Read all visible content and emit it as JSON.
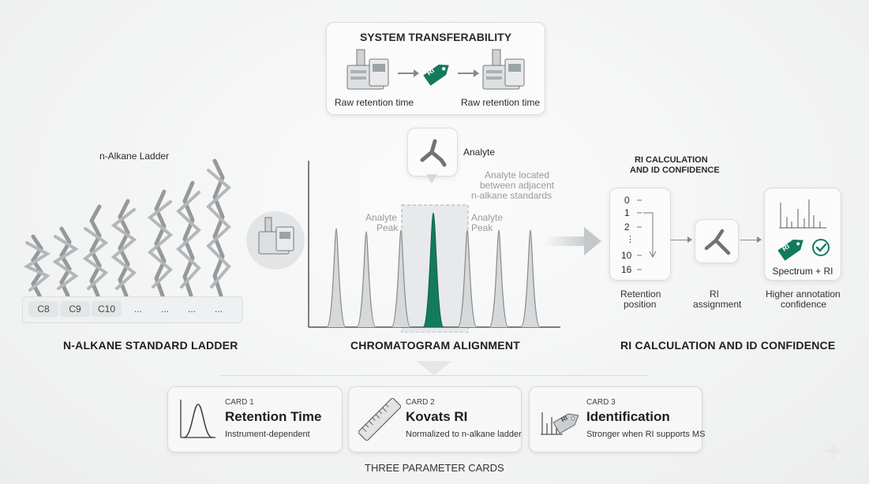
{
  "transferability": {
    "title": "SYSTEM TRANSFERABILITY",
    "left_label": "Raw retention time",
    "right_label": "Raw retention time",
    "tag_label": "RI"
  },
  "ladder": {
    "caption": "n-Alkane Ladder",
    "chips": [
      "C8",
      "C9",
      "C10",
      "...",
      "...",
      "...",
      "..."
    ],
    "section_title": "N-ALKANE STANDARD LADDER"
  },
  "chromatogram": {
    "analyte_label": "Analyte",
    "annotation_lines": [
      "Analyte located",
      "between adjacent",
      "n-alkane standards"
    ],
    "peak_label_left": [
      "Analyte",
      "Peak"
    ],
    "peak_label_right": [
      "Analyte",
      "Peak"
    ],
    "section_title": "CHROMATOGRAM ALIGNMENT",
    "accent_color": "#137a5e"
  },
  "ri_calc": {
    "header_lines": [
      "RI CALCULATION",
      "AND ID CONFIDENCE"
    ],
    "ticks": [
      "0",
      "1",
      "2",
      "⋮",
      "10",
      "16"
    ],
    "col1_label": [
      "Retention",
      "position"
    ],
    "col2_label": [
      "RI",
      "assignment"
    ],
    "spectrum_label": "Spectrum + RI",
    "col3_label": [
      "Higher annotation",
      "confidence"
    ],
    "tag_label": "RI",
    "section_title": "RI CALCULATION AND ID CONFIDENCE"
  },
  "cards": [
    {
      "label": "CARD 1",
      "title": "Retention Time",
      "subtitle": "Instrument-dependent",
      "icon": "peak-icon"
    },
    {
      "label": "CARD 2",
      "title": "Kovats RI",
      "subtitle": "Normalized to n-alkane ladder",
      "icon": "ruler-icon"
    },
    {
      "label": "CARD 3",
      "title": "Identification",
      "subtitle": "Stronger when RI supports MS",
      "icon": "spectrum-tag-icon"
    }
  ],
  "cards_caption": "THREE PARAMETER CARDS"
}
